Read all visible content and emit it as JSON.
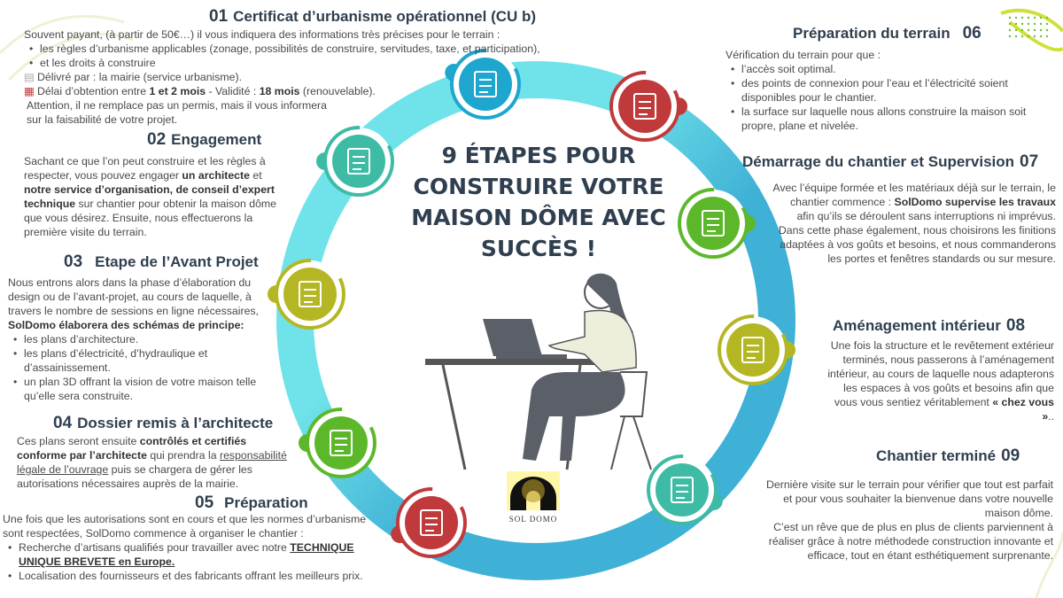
{
  "title": "9 ÉTAPES POUR CONSTRUIRE VOTRE MAISON DÔME AVEC SUCCÈS !",
  "logo": {
    "text": "SOL DOMO"
  },
  "colors": {
    "ring_light": "#6fe3e9",
    "ring_dark": "#3fb0d6",
    "blue": "#1ea6cf",
    "red": "#c0393b",
    "teal": "#3dbba5",
    "olive": "#b4b723",
    "green": "#5cb82a",
    "heading": "#2f3f4f"
  },
  "steps": [
    {
      "num": "01",
      "title": "Certificat d’urbanisme opérationnel (CU b)",
      "icon": "checklist-icon",
      "intro": "Souvent payant, (à partir de 50€…) il vous indiquera des informations très précises pour le terrain :",
      "bullets": [
        "les règles d’urbanisme applicables (zonage, possibilités de construire, servitudes, taxe, et participation),",
        "et les droits à construire"
      ],
      "delivered": "Délivré par : la mairie (service urbanisme).",
      "delay_a": "Délai d’obtention entre ",
      "delay_b": "1 et 2 mois",
      "delay_c": " - Validité : ",
      "delay_d": "18 mois",
      "delay_e": " (renouvelable).",
      "note": "Attention, il ne remplace pas un permis, mais il vous informera sur la faisabilité de votre projet."
    },
    {
      "num": "02",
      "title": "Engagement",
      "icon": "ticket-icon",
      "p1": "Sachant ce que l’on peut construire et les règles à respecter, vous pouvez engager ",
      "b1": "un architecte",
      "p2": " et ",
      "b2": "notre service d’organisation, de conseil d’expert technique",
      "p3": "  sur chantier pour obtenir la maison dôme que vous désirez. Ensuite, nous effectuerons la première visite du terrain."
    },
    {
      "num": "03",
      "title": "Etape de l’Avant Projet",
      "icon": "lightbulb-icon",
      "p1": "Nous entrons alors dans la phase d’élaboration du design ou de l’avant-projet, au cours de laquelle, à travers le nombre de sessions en ligne nécessaires, ",
      "b1": "SolDomo élaborera des schémas de principe:",
      "bullets": [
        "les plans d’architecture.",
        "les plans d’électricité, d’hydraulique et d’assainissement.",
        "un plan 3D offrant la vision de votre maison telle qu’elle sera construite."
      ]
    },
    {
      "num": "04",
      "title": "Dossier remis à l’architecte",
      "icon": "document-search-icon",
      "p1": "Ces plans seront ensuite ",
      "b1": "contrôlés et certifiés conforme par l’architecte",
      "p2": " qui prendra la ",
      "u1": "responsabilité légale de l’ouvrage",
      "p3": " puis se chargera de gérer les autorisations nécessaires auprès de la mairie."
    },
    {
      "num": "05",
      "title": "Préparation",
      "icon": "meeting-icon",
      "p1": "Une fois que les autorisations sont en cours et que les normes d’urbanisme sont respectées, SolDomo commence à organiser le chantier :",
      "b1a": "Recherche  d’artisans  qualifiés  pour  travailler  avec  notre ",
      "b1b": "TECHNIQUE UNIQUE BREVETE en Europe.",
      "b2": "Localisation des fournisseurs et des fabricants offrant les meilleurs prix."
    },
    {
      "num": "06",
      "title": "Préparation du terrain",
      "icon": "thumbs-up-icon",
      "intro": "Vérification du terrain pour que :",
      "bullets": [
        "l’accès soit optimal.",
        "des points de connexion pour l’eau et l’électricité soient disponibles pour le chantier.",
        "la surface sur laquelle nous allons construire la maison soit propre, plane et nivelée."
      ]
    },
    {
      "num": "07",
      "title": "Démarrage du chantier et Supervision",
      "icon": "form-click-icon",
      "p1": "Avec l’équipe formée et les matériaux déjà sur le terrain, le chantier commence : ",
      "b1": "SolDomo supervise les travaux",
      "p2": " afin qu’ils se déroulent sans interruptions ni imprévus. Dans cette phase également, nous choisirons les finitions adaptées à vos goûts et besoins, et nous commanderons les portes et fenêtres standards ou sur mesure."
    },
    {
      "num": "08",
      "title": "Aménagement intérieur",
      "icon": "ticket-icon",
      "p1": "Une fois la structure et le revêtement extérieur terminés, nous passerons à l’aménagement intérieur, au cours de laquelle nous adapterons les espaces à vos goûts et besoins afin que vous vous sentiez véritablement ",
      "b1": "« chez vous »",
      "p2": ".."
    },
    {
      "num": "09",
      "title": "Chantier terminé",
      "icon": "idea-network-icon",
      "p1": "Dernière visite sur le terrain pour vérifier que tout est parfait et pour vous souhaiter la bienvenue dans votre nouvelle maison dôme.",
      "p2": "C’est un rêve que de plus en plus de clients parviennent à réaliser grâce à notre méthodede construction innovante et efficace, tout en étant esthétiquement surprenante."
    }
  ]
}
